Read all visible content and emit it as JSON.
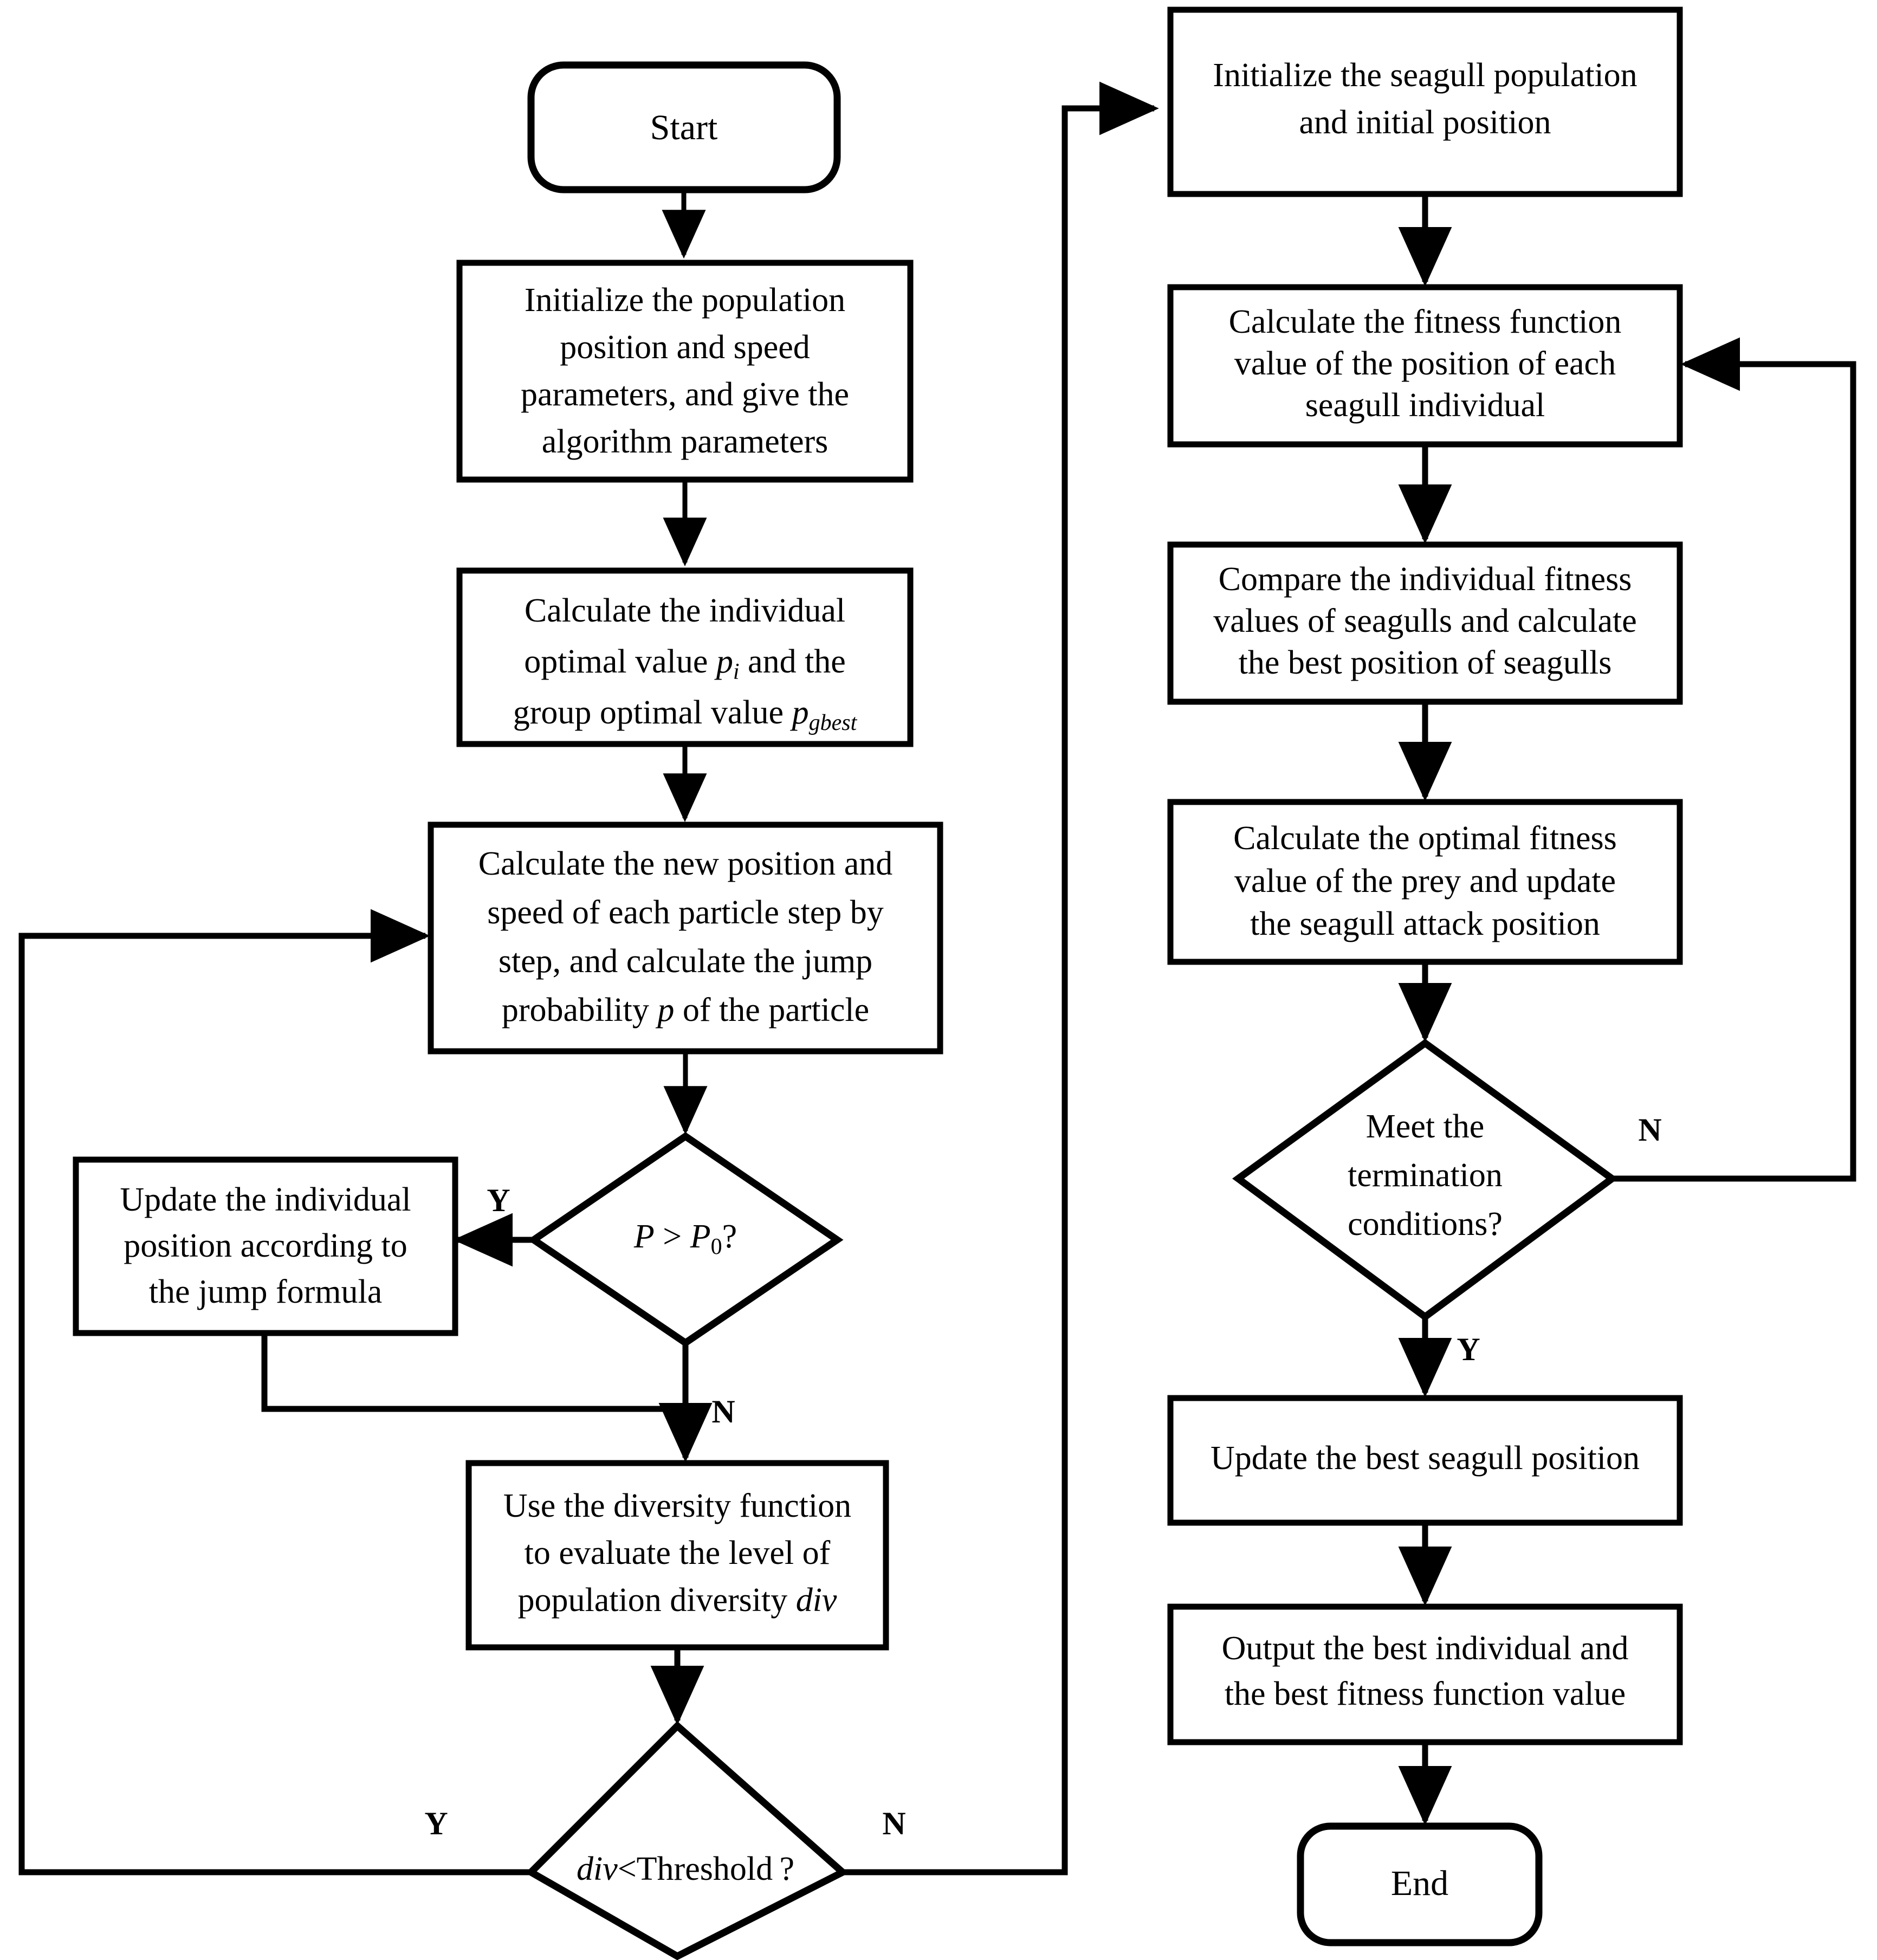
{
  "diagram": {
    "title": "Hybrid PSO-SOA algorithm flowchart",
    "stroke_color": "#000000",
    "fill_color": "#ffffff",
    "background": "#ffffff",
    "line_width": 9,
    "font_size": 62
  },
  "nodes": {
    "start": {
      "id": "start",
      "shape": "terminator",
      "label": "Start"
    },
    "init_pop": {
      "id": "init_pop",
      "shape": "process",
      "lines": [
        "Initialize the population",
        "position and speed",
        "parameters, and give the",
        "algorithm parameters"
      ]
    },
    "calc_best": {
      "id": "calc_best",
      "shape": "process",
      "lines": [
        "Calculate the individual",
        "optimal value p_i and the",
        "group optimal value p_gbest"
      ],
      "line1": "Calculate the individual",
      "line2_pre": "optimal value ",
      "line2_sym": "p",
      "line2_sub": "i",
      "line2_post": " and the",
      "line3_pre": "group optimal value ",
      "line3_sym": "p",
      "line3_sub": "gbest"
    },
    "calc_new_pos": {
      "id": "calc_new_pos",
      "shape": "process",
      "line1": "Calculate the new position and",
      "line2": "speed of each particle step by",
      "line3": "step, and calculate the jump",
      "line4_pre": "probability ",
      "line4_sym": "p",
      "line4_post": " of the particle"
    },
    "decision_p": {
      "id": "decision_p",
      "shape": "decision",
      "sym1": "P",
      "op": " > ",
      "sym2": "P",
      "sub": "0",
      "tail": "?"
    },
    "update_individual": {
      "id": "update_individual",
      "shape": "process",
      "lines": [
        "Update the individual",
        "position according to",
        "the jump formula"
      ]
    },
    "diversity": {
      "id": "diversity",
      "shape": "process",
      "line1": "Use the diversity function",
      "line2": "to evaluate the level of",
      "line3_pre": "population diversity ",
      "line3_sym": "div"
    },
    "decision_div": {
      "id": "decision_div",
      "shape": "decision",
      "sym": "div",
      "rest": "<Threshold ?"
    },
    "init_seagull": {
      "id": "init_seagull",
      "shape": "process",
      "lines": [
        "Initialize the seagull population",
        "and initial position"
      ]
    },
    "calc_fitness": {
      "id": "calc_fitness",
      "shape": "process",
      "lines": [
        "Calculate the fitness function",
        "value of the position of each",
        "seagull individual"
      ]
    },
    "compare_fitness": {
      "id": "compare_fitness",
      "shape": "process",
      "lines": [
        "Compare the individual fitness",
        "values of seagulls and calculate",
        "the best position of seagulls"
      ]
    },
    "calc_optimal": {
      "id": "calc_optimal",
      "shape": "process",
      "lines": [
        "Calculate the optimal fitness",
        "value of the prey and update",
        "the seagull attack position"
      ]
    },
    "decision_term": {
      "id": "decision_term",
      "shape": "decision",
      "lines": [
        "Meet the",
        "termination",
        "conditions?"
      ]
    },
    "update_best": {
      "id": "update_best",
      "shape": "process",
      "lines": [
        "Update the best seagull position"
      ]
    },
    "output_best": {
      "id": "output_best",
      "shape": "process",
      "lines": [
        "Output the best individual and",
        "the best fitness function value"
      ]
    },
    "end": {
      "id": "end",
      "shape": "terminator",
      "label": "End"
    }
  },
  "edge_labels": {
    "p_yes": "Y",
    "p_no": "N",
    "div_yes": "Y",
    "div_no": "N",
    "term_no": "N",
    "term_yes": "Y"
  },
  "flow": [
    {
      "from": "start",
      "to": "init_pop",
      "label": ""
    },
    {
      "from": "init_pop",
      "to": "calc_best",
      "label": ""
    },
    {
      "from": "calc_best",
      "to": "calc_new_pos",
      "label": ""
    },
    {
      "from": "calc_new_pos",
      "to": "decision_p",
      "label": ""
    },
    {
      "from": "decision_p",
      "to": "update_individual",
      "label": "Y"
    },
    {
      "from": "decision_p",
      "to": "diversity",
      "label": "N"
    },
    {
      "from": "update_individual",
      "to": "diversity",
      "label": ""
    },
    {
      "from": "diversity",
      "to": "decision_div",
      "label": ""
    },
    {
      "from": "decision_div",
      "to": "calc_new_pos",
      "label": "Y"
    },
    {
      "from": "decision_div",
      "to": "init_seagull",
      "label": "N"
    },
    {
      "from": "init_seagull",
      "to": "calc_fitness",
      "label": ""
    },
    {
      "from": "calc_fitness",
      "to": "compare_fitness",
      "label": ""
    },
    {
      "from": "compare_fitness",
      "to": "calc_optimal",
      "label": ""
    },
    {
      "from": "calc_optimal",
      "to": "decision_term",
      "label": ""
    },
    {
      "from": "decision_term",
      "to": "calc_fitness",
      "label": "N"
    },
    {
      "from": "decision_term",
      "to": "update_best",
      "label": "Y"
    },
    {
      "from": "update_best",
      "to": "output_best",
      "label": ""
    },
    {
      "from": "output_best",
      "to": "end",
      "label": ""
    }
  ]
}
